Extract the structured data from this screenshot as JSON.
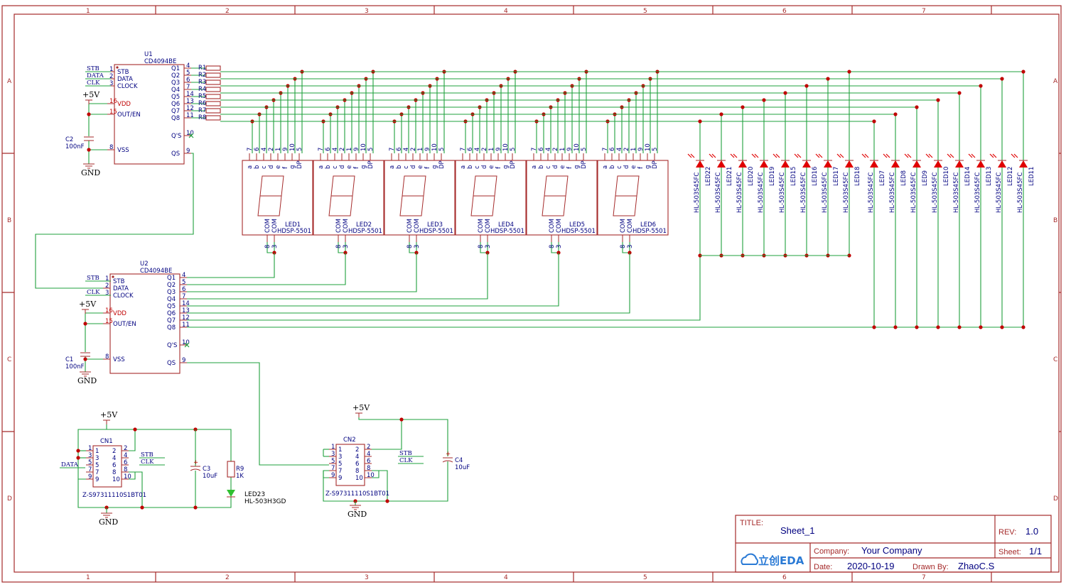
{
  "colors": {
    "frame": "#a52a2a",
    "wire": "#1fa03c",
    "junction": "#c00000",
    "text": "#000080",
    "led": "#e00000"
  },
  "zones": {
    "columns": [
      "1",
      "2",
      "3",
      "4",
      "5",
      "6",
      "7"
    ],
    "rows": [
      "A",
      "B",
      "C",
      "D"
    ]
  },
  "title_block": {
    "title_label": "TITLE:",
    "title": "Sheet_1",
    "rev_label": "REV:",
    "rev": "1.0",
    "company_label": "Company:",
    "company": "Your Company",
    "sheet_label": "Sheet:",
    "sheet": "1/1",
    "date_label": "Date:",
    "date": "2020-10-19",
    "drawn_label": "Drawn By:",
    "drawn": "ZhaoC.S",
    "logo": "立创EDA"
  },
  "u1": {
    "ref": "U1",
    "part": "CD4094BE",
    "pins_left": [
      {
        "num": "1",
        "name": "STB",
        "net": "STB"
      },
      {
        "num": "2",
        "name": "DATA",
        "net": "DATA"
      },
      {
        "num": "3",
        "name": "CLOCK",
        "net": "CLK"
      },
      {
        "num": "16",
        "name": "VDD"
      },
      {
        "num": "15",
        "name": "OUT/EN"
      },
      {
        "num": "8",
        "name": "VSS"
      }
    ],
    "pins_right": [
      {
        "num": "4",
        "name": "Q1"
      },
      {
        "num": "5",
        "name": "Q2"
      },
      {
        "num": "6",
        "name": "Q3"
      },
      {
        "num": "7",
        "name": "Q4"
      },
      {
        "num": "14",
        "name": "Q5"
      },
      {
        "num": "13",
        "name": "Q6"
      },
      {
        "num": "12",
        "name": "Q7"
      },
      {
        "num": "11",
        "name": "Q8"
      },
      {
        "num": "10",
        "name": "Q'S"
      },
      {
        "num": "9",
        "name": "QS"
      }
    ]
  },
  "u2": {
    "ref": "U2",
    "part": "CD4094BE",
    "pins_left": [
      {
        "num": "1",
        "name": "STB",
        "net": "STB"
      },
      {
        "num": "2",
        "name": "DATA"
      },
      {
        "num": "3",
        "name": "CLOCK",
        "net": "CLK"
      },
      {
        "num": "16",
        "name": "VDD"
      },
      {
        "num": "15",
        "name": "OUT/EN"
      },
      {
        "num": "8",
        "name": "VSS"
      }
    ],
    "pins_right": [
      {
        "num": "4",
        "name": "Q1"
      },
      {
        "num": "5",
        "name": "Q2"
      },
      {
        "num": "6",
        "name": "Q3"
      },
      {
        "num": "7",
        "name": "Q4"
      },
      {
        "num": "14",
        "name": "Q5"
      },
      {
        "num": "13",
        "name": "Q6"
      },
      {
        "num": "12",
        "name": "Q7"
      },
      {
        "num": "11",
        "name": "Q8"
      },
      {
        "num": "10",
        "name": "Q'S"
      },
      {
        "num": "9",
        "name": "QS"
      }
    ]
  },
  "power": {
    "vcc": "+5V",
    "gnd": "GND"
  },
  "caps": [
    {
      "ref": "C2",
      "value": "100nF"
    },
    {
      "ref": "C1",
      "value": "100nF"
    },
    {
      "ref": "C3",
      "value": "10uF"
    },
    {
      "ref": "C4",
      "value": "10uF"
    }
  ],
  "resistors": [
    "R1",
    "R2",
    "R3",
    "R4",
    "R5",
    "R6",
    "R7",
    "R8"
  ],
  "r9": {
    "ref": "R9",
    "value": "1K"
  },
  "led23": {
    "ref": "LED23",
    "part": "HL-503H3GD"
  },
  "displays": {
    "part": "HDSP-5501",
    "refs": [
      "LED1",
      "LED2",
      "LED3",
      "LED4",
      "LED5",
      "LED6"
    ],
    "pin_nums": [
      "7",
      "6",
      "4",
      "2",
      "1",
      "9",
      "10",
      "5"
    ],
    "pin_names": [
      "a",
      "b",
      "c",
      "d",
      "e",
      "f",
      "g",
      "DP"
    ],
    "com": [
      "COM",
      "COM"
    ],
    "com_nums": [
      "8",
      "3"
    ]
  },
  "leds": {
    "part": "HL-503S45FC",
    "refs": [
      "LED22",
      "LED21",
      "LED20",
      "LED19",
      "LED15",
      "LED16",
      "LED17",
      "LED18",
      "LED7",
      "LED8",
      "LED9",
      "LED10",
      "LED14",
      "LED13",
      "LED12",
      "LED11"
    ]
  },
  "cn1": {
    "ref": "CN1",
    "part": "Z-S97311110S1BT01",
    "left": [
      "1",
      "3",
      "5",
      "7",
      "9"
    ],
    "right": [
      "2",
      "4",
      "6",
      "8",
      "10"
    ],
    "nets": {
      "data": "DATA",
      "stb": "STB",
      "clk": "CLK"
    }
  },
  "cn2": {
    "ref": "CN2",
    "part": "Z-S97311110S1BT01",
    "left": [
      "1",
      "3",
      "5",
      "7",
      "9"
    ],
    "right": [
      "2",
      "4",
      "6",
      "8",
      "10"
    ],
    "nets": {
      "stb": "STB",
      "clk": "CLK"
    }
  }
}
